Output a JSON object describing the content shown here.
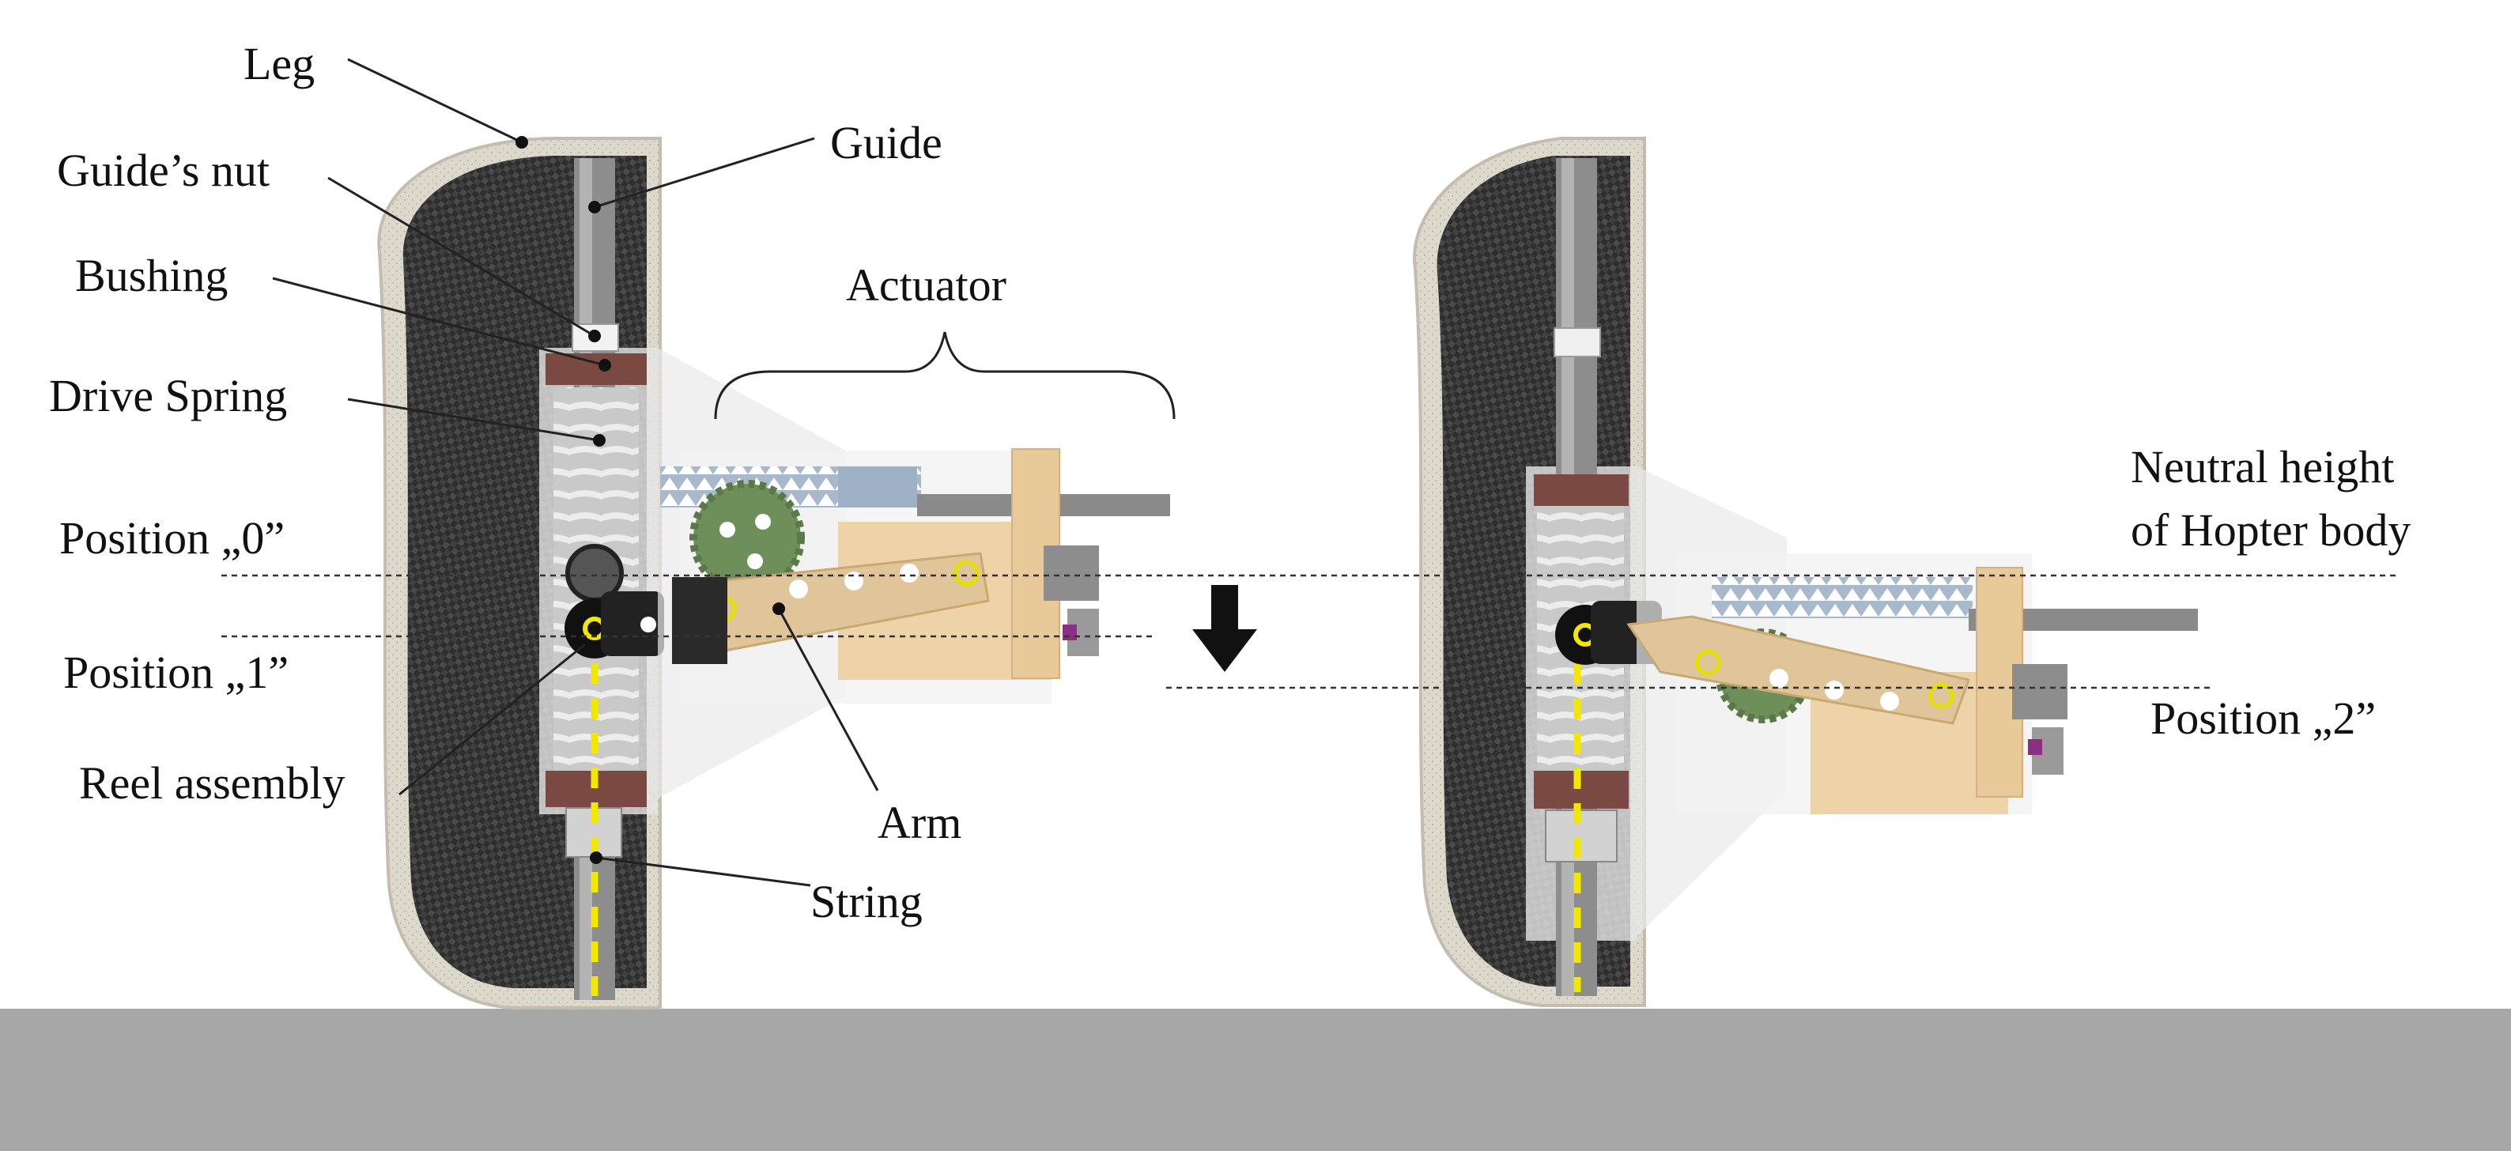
{
  "labels": {
    "leg": "Leg",
    "guide_nut": "Guide’s nut",
    "bushing": "Bushing",
    "drive_spring": "Drive Spring",
    "position_0": "Position „0”",
    "position_1": "Position „1”",
    "reel_assembly": "Reel assembly",
    "guide": "Guide",
    "actuator": "Actuator",
    "arm": "Arm",
    "string": "String",
    "neutral_height_line1": "Neutral height",
    "neutral_height_line2": "of Hopter body",
    "position_2": "Position „2”"
  },
  "colors": {
    "ground": "#a7a7a7",
    "leg_shell": "#d9d4c8",
    "carbon": "#3a3a3a",
    "spring": "#d8d8d8",
    "bushing": "#7a4a42",
    "gear": "#6f8f5a",
    "arm": "#e8c99a",
    "rack": "#9fb1c6",
    "string": "#f2e700",
    "reel": "#111111"
  },
  "icons": {
    "down_arrow": "down-arrow-icon"
  }
}
